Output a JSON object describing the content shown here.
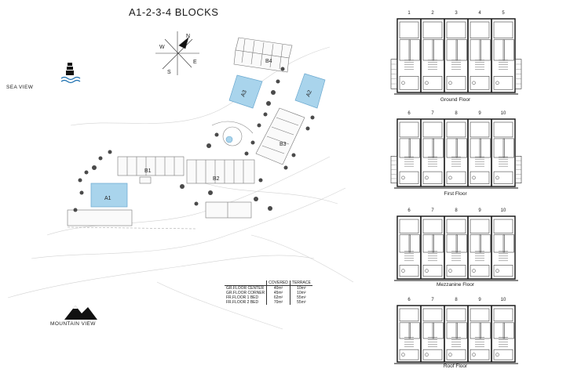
{
  "title": "A1-2-3-4 BLOCKS",
  "compass": {
    "n": "N",
    "s": "S",
    "e": "E",
    "w": "W"
  },
  "blocks": {
    "a1": "A1",
    "a2": "A2",
    "a3": "A3",
    "b1": "B1",
    "b2": "B2",
    "b3": "B3",
    "b4": "B4"
  },
  "views": {
    "sea": "SEA VIEW",
    "mountain": "MOUNTAIN VIEW"
  },
  "colors": {
    "pool": "#a9d4ec",
    "line": "#555555",
    "faint": "#c9c9c9"
  },
  "area_table": {
    "headers": [
      "",
      "COVERED",
      "TERRACE"
    ],
    "rows": [
      {
        "type": "GR.FLOOR CENTER",
        "covered": "40m²",
        "terrace": "10m²"
      },
      {
        "type": "GR.FLOOR CORNER",
        "covered": "45m²",
        "terrace": "10m²"
      },
      {
        "type": "FR.FLOOR 1 BED",
        "covered": "62m²",
        "terrace": "55m²"
      },
      {
        "type": "FR.FLOOR 2 BED",
        "covered": "70m²",
        "terrace": "55m²"
      }
    ]
  },
  "plans": [
    {
      "label": "Ground Floor",
      "units": [
        "1",
        "2",
        "3",
        "4",
        "5"
      ]
    },
    {
      "label": "First Floor",
      "units": [
        "6",
        "7",
        "8",
        "9",
        "10"
      ]
    },
    {
      "label": "Mezzanine Floor",
      "units": [
        "6",
        "7",
        "8",
        "9",
        "10"
      ]
    },
    {
      "label": "Roof Floor",
      "units": [
        "6",
        "7",
        "8",
        "9",
        "10"
      ]
    }
  ]
}
